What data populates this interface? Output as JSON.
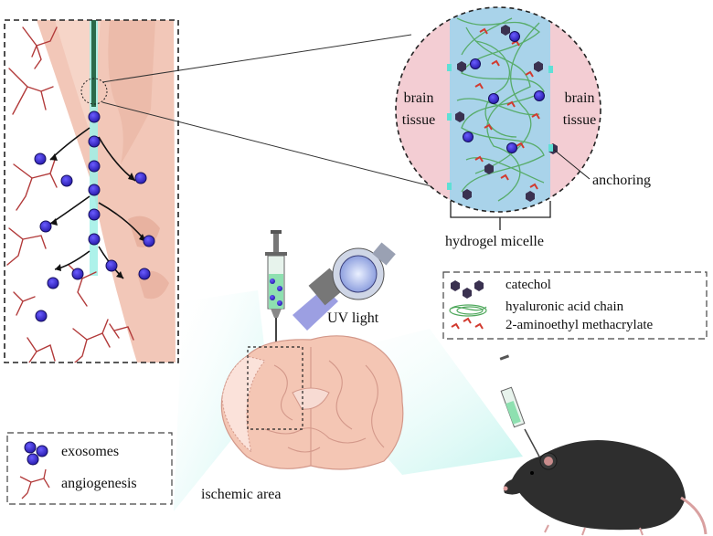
{
  "diagram": {
    "labels": {
      "brain_tissue_left": "brain tissue",
      "brain_tissue_right": "brain tissue",
      "anchoring": "anchoring",
      "hydrogel_micelle": "hydrogel micelle",
      "uv_light": "UV light",
      "ischemic_area": "ischemic area"
    },
    "legend_right": {
      "items": [
        {
          "label": "catechol",
          "icon": "catechol-icon"
        },
        {
          "label": "hyaluronic acid chain",
          "icon": "hyaluronic-acid-icon"
        },
        {
          "label": "2-aminoethyl methacrylate",
          "icon": "aminoethyl-methacrylate-icon"
        }
      ]
    },
    "legend_left": {
      "items": [
        {
          "label": "exosomes",
          "icon": "exosome-icon"
        },
        {
          "label": "angiogenesis",
          "icon": "vessel-icon"
        }
      ]
    },
    "colors": {
      "exosome": "#3a2fc9",
      "exosome_dark": "#1a1380",
      "vessel": "#b23a3a",
      "brain_pink": "#f2c7b8",
      "hydrogel_blue": "#a9d3ea",
      "fiber_green": "#4fa85c",
      "catechol": "#3a3150",
      "methacrylate": "#d23a2f",
      "teal": "#5fe0d6",
      "mouse": "#2e2e2e"
    }
  }
}
